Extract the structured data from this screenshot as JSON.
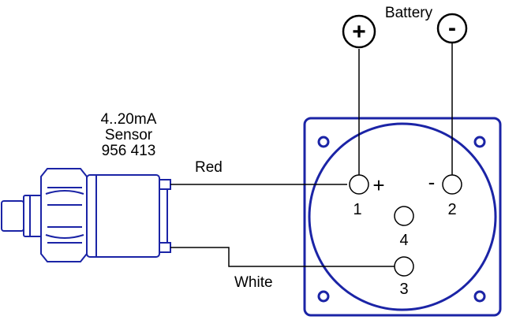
{
  "sensor": {
    "line1": "4..20mA",
    "line2": "Sensor",
    "line3": "956 413"
  },
  "battery": {
    "label": "Battery",
    "plus_symbol": "+",
    "minus_symbol": "-"
  },
  "wires": {
    "red": "Red",
    "white": "White"
  },
  "gauge": {
    "pin1": "1",
    "pin2": "2",
    "pin3": "3",
    "pin4": "4",
    "pin1_polarity": "+",
    "pin2_polarity": "-"
  },
  "colors": {
    "housing": "#1b24a6",
    "housing_fill": "#ffffff",
    "wire": "#000000"
  }
}
